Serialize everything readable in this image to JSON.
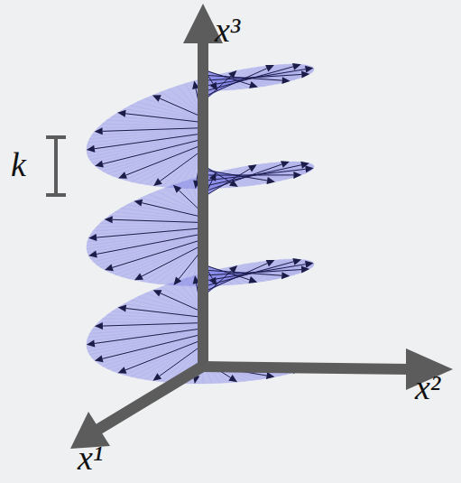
{
  "diagram": {
    "labels": [
      "k",
      "x³",
      "x²",
      "x¹"
    ]
  }
}
